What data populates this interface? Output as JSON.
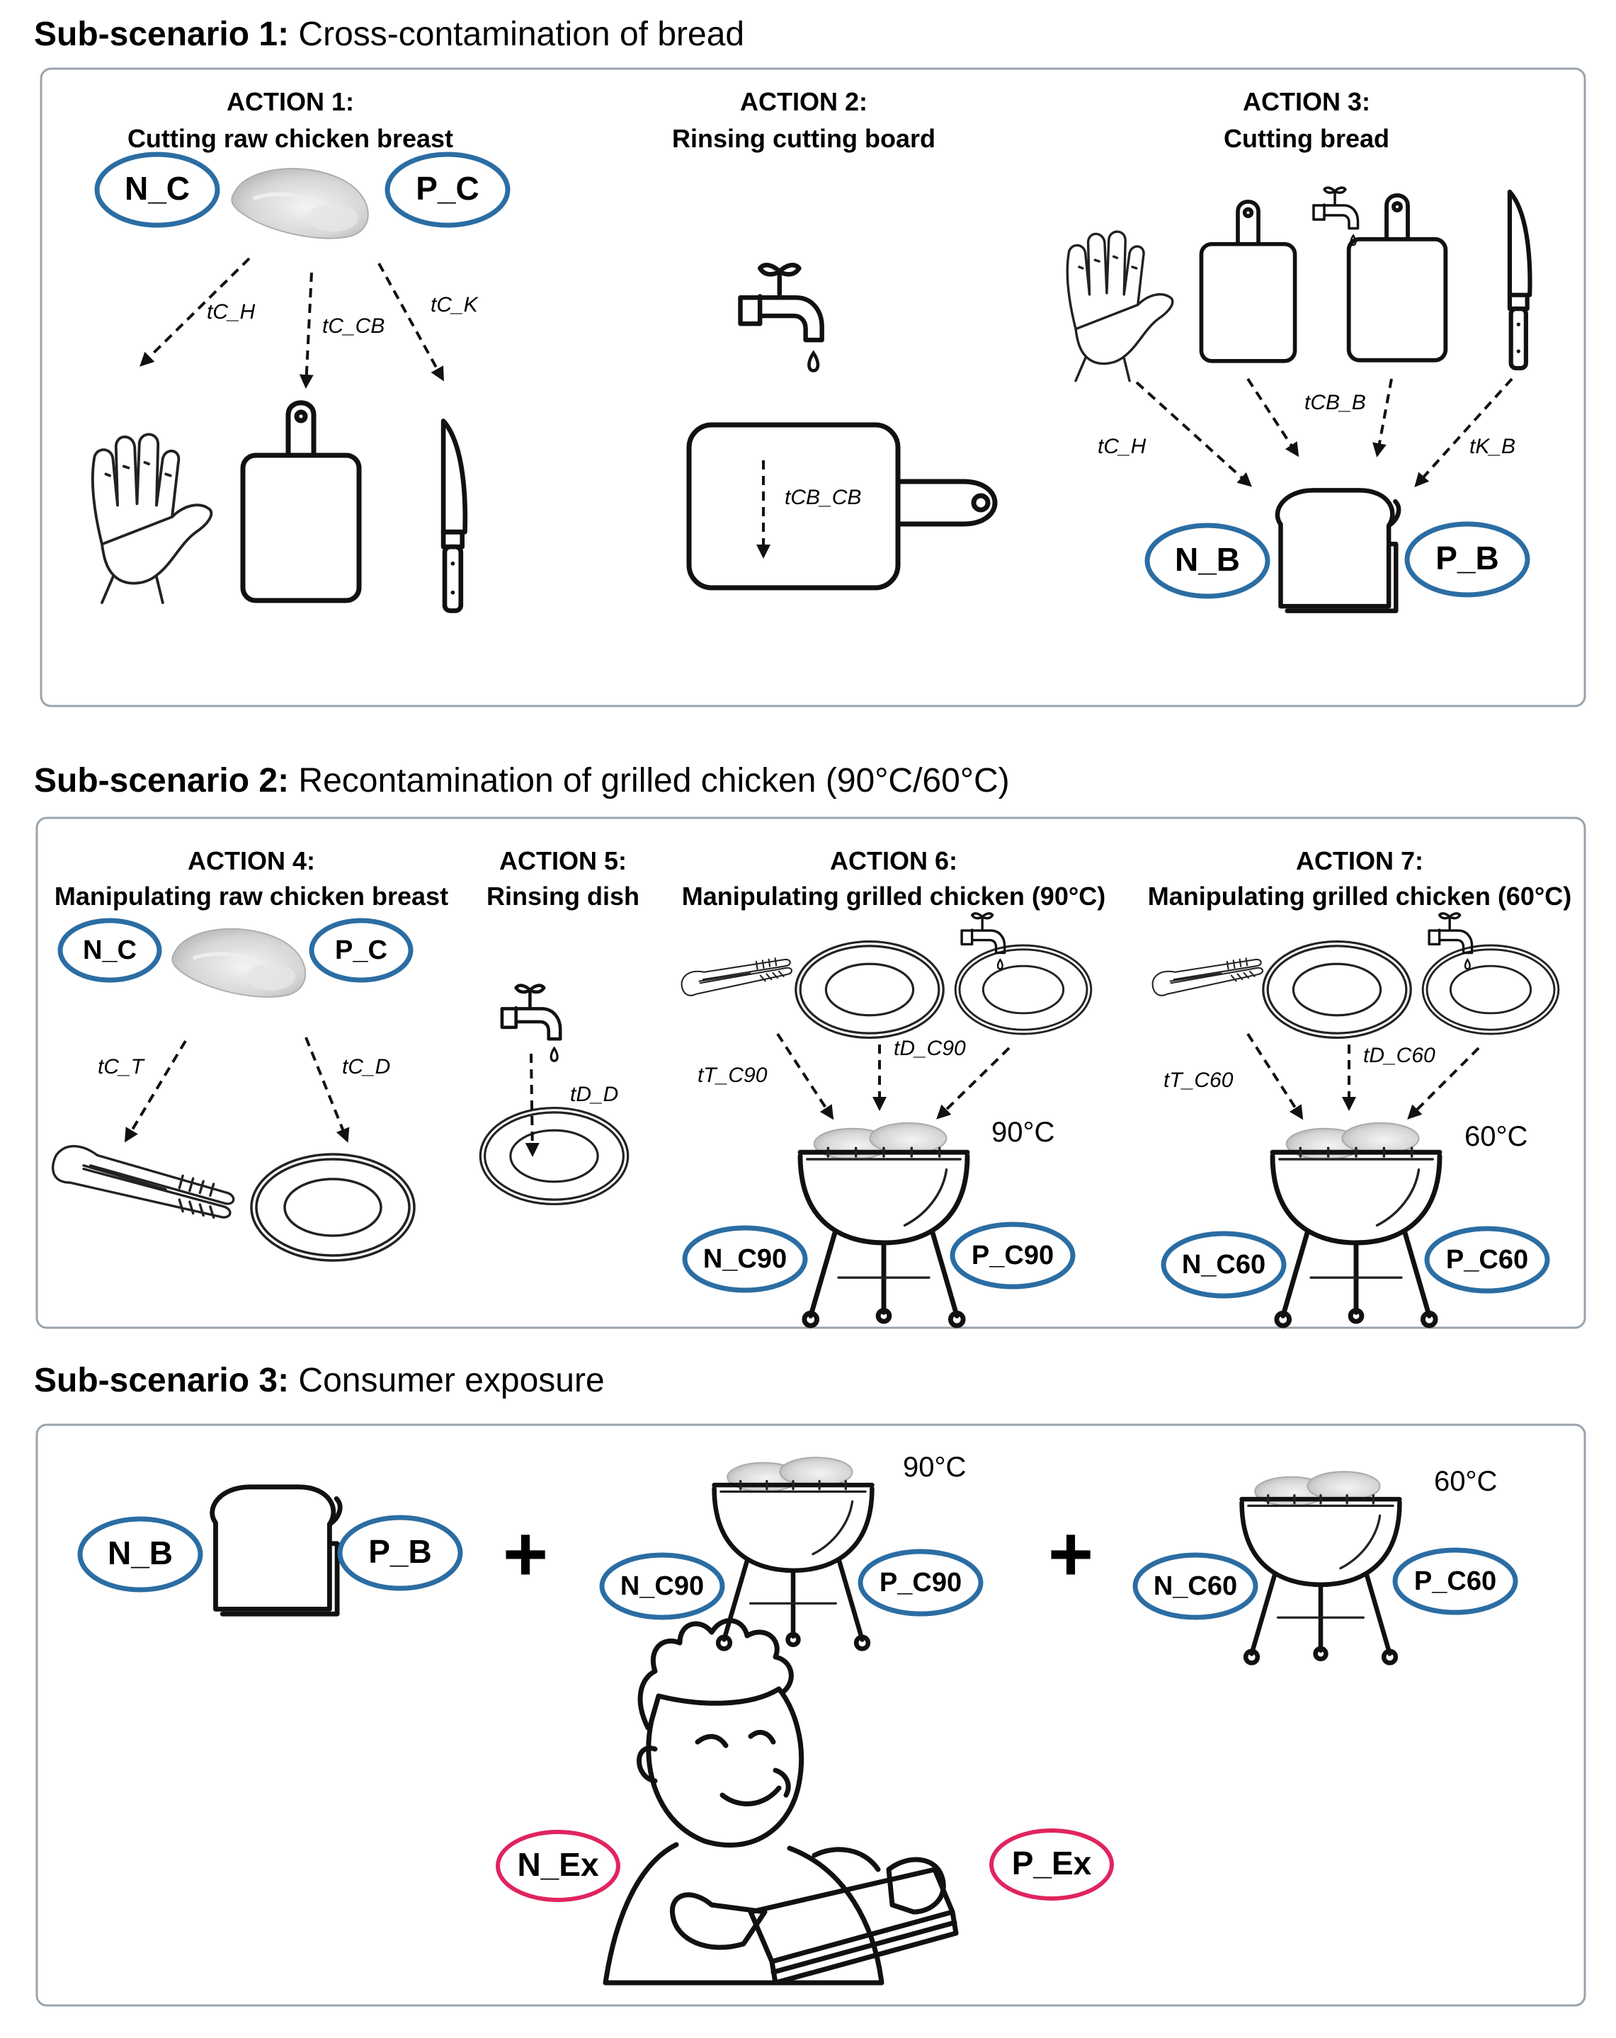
{
  "sections": [
    {
      "bold": "Sub-scenario 1:",
      "text": " Cross-contamination of bread"
    },
    {
      "bold": "Sub-scenario 2:",
      "text": " Recontamination of grilled chicken (90°C/60°C)"
    },
    {
      "bold": "Sub-scenario 3:",
      "text": " Consumer exposure"
    }
  ],
  "actions": [
    {
      "title": "ACTION 1:",
      "subtitle": "Cutting raw chicken breast"
    },
    {
      "title": "ACTION 2:",
      "subtitle": "Rinsing cutting board"
    },
    {
      "title": "ACTION 3:",
      "subtitle": "Cutting bread"
    },
    {
      "title": "ACTION 4:",
      "subtitle": "Manipulating raw chicken breast"
    },
    {
      "title": "ACTION 5:",
      "subtitle": "Rinsing dish"
    },
    {
      "title": "ACTION 6:",
      "subtitle": "Manipulating grilled chicken (90°C)"
    },
    {
      "title": "ACTION 7:",
      "subtitle": "Manipulating grilled chicken (60°C)"
    }
  ],
  "transfers": {
    "tC_H": "tC_H",
    "tC_CB": "tC_CB",
    "tC_K": "tC_K",
    "tCB_CB": "tCB_CB",
    "tCB_B": "tCB_B",
    "tK_B": "tK_B",
    "tC_T": "tC_T",
    "tC_D": "tC_D",
    "tD_D": "tD_D",
    "tT_C90": "tT_C90",
    "tD_C90": "tD_C90",
    "tT_C60": "tT_C60",
    "tD_C60": "tD_C60"
  },
  "labels": {
    "N_C": "N_C",
    "P_C": "P_C",
    "N_B": "N_B",
    "P_B": "P_B",
    "N_C90": "N_C90",
    "P_C90": "P_C90",
    "N_C60": "N_C60",
    "P_C60": "P_C60",
    "N_Ex": "N_Ex",
    "P_Ex": "P_Ex"
  },
  "temps": {
    "t90": "90°C",
    "t60": "60°C"
  },
  "plus": "+",
  "colors": {
    "oval_blue": "#2b6da3",
    "oval_red": "#e0245e",
    "panel_border": "#9aa3ad"
  },
  "icons": [
    "chicken-breast-icon",
    "hand-icon",
    "cutting-board-icon",
    "knife-icon",
    "faucet-icon",
    "bread-icon",
    "tongs-icon",
    "plate-icon",
    "grill-icon",
    "child-eating-icon"
  ]
}
